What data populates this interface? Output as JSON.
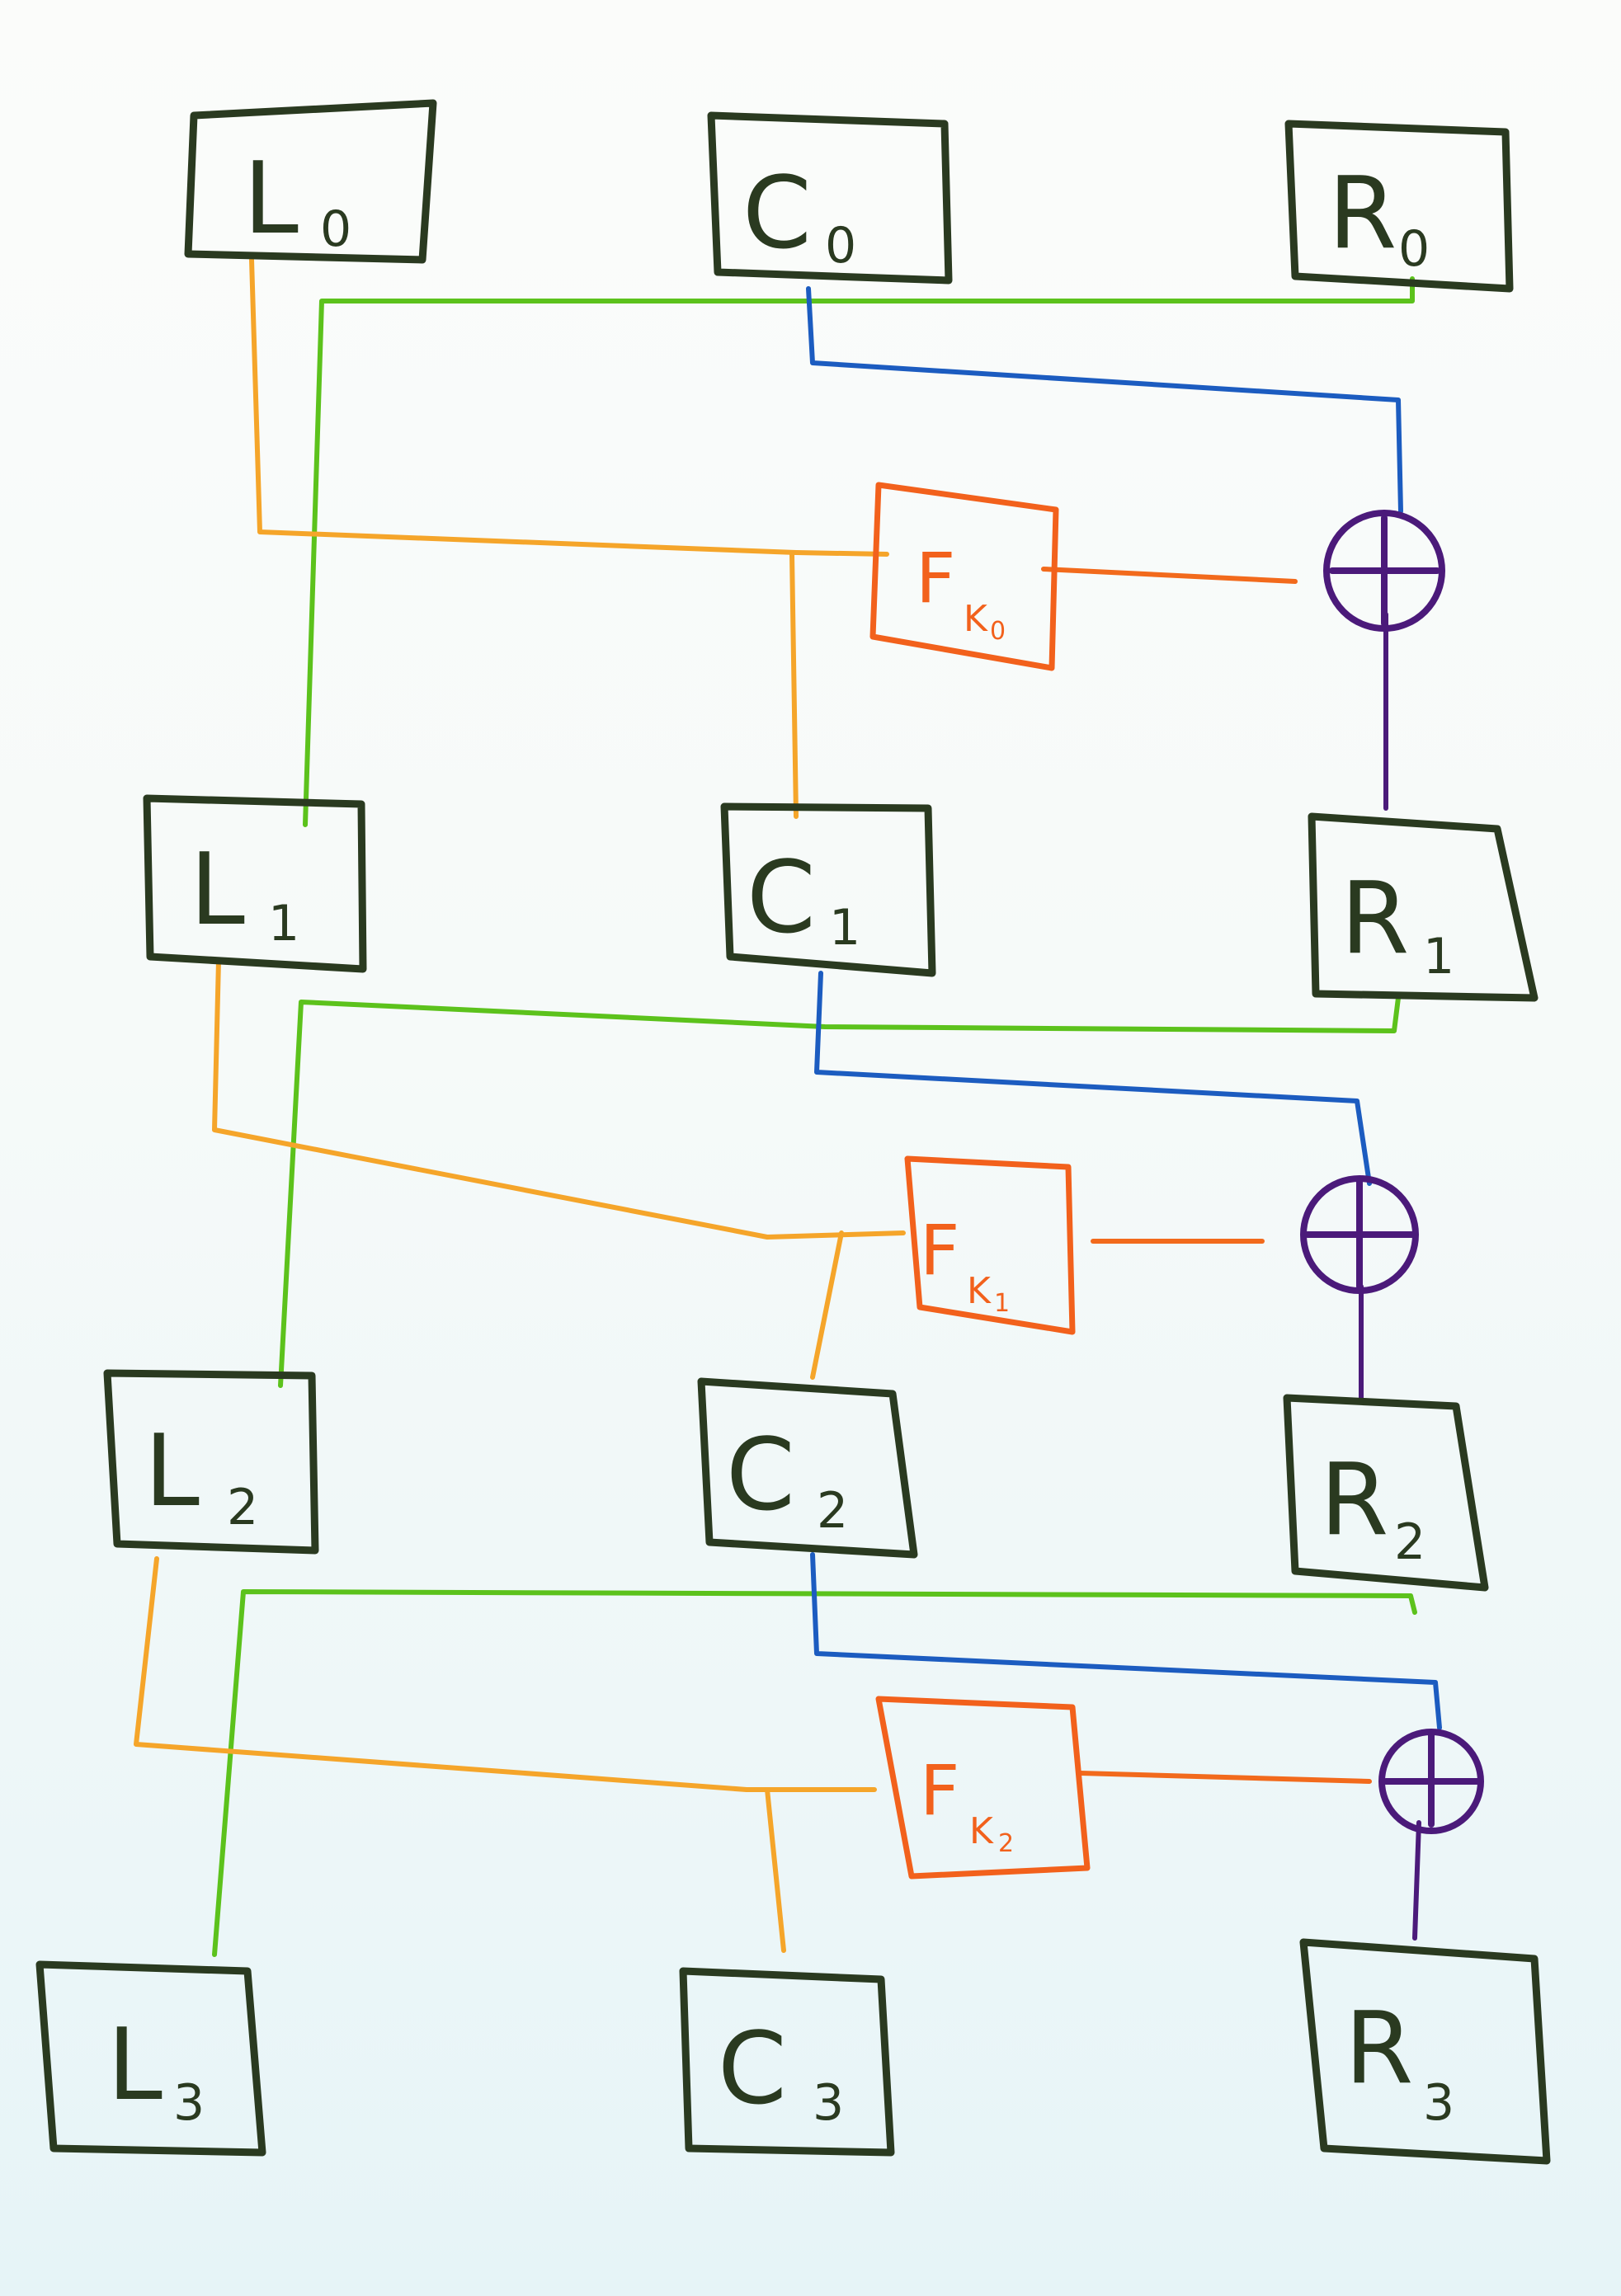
{
  "colors": {
    "box_stroke": "#2a3a20",
    "f_stroke": "#f2611c",
    "xor_stroke": "#4b1a7a",
    "green": "#5cc21c",
    "orange": "#f5a52a",
    "orange_dark": "#f26a1c",
    "blue": "#1c5cc0",
    "purple": "#4b1a7a"
  },
  "blocks": [
    {
      "name": "L0",
      "letter": "L",
      "sub": "0"
    },
    {
      "name": "C0",
      "letter": "C",
      "sub": "0"
    },
    {
      "name": "R0",
      "letter": "R",
      "sub": "0"
    },
    {
      "name": "L1",
      "letter": "L",
      "sub": "1"
    },
    {
      "name": "C1",
      "letter": "C",
      "sub": "1"
    },
    {
      "name": "R1",
      "letter": "R",
      "sub": "1"
    },
    {
      "name": "L2",
      "letter": "L",
      "sub": "2"
    },
    {
      "name": "C2",
      "letter": "C",
      "sub": "2"
    },
    {
      "name": "R2",
      "letter": "R",
      "sub": "2"
    },
    {
      "name": "L3",
      "letter": "L",
      "sub": "3"
    },
    {
      "name": "C3",
      "letter": "C",
      "sub": "3"
    },
    {
      "name": "R3",
      "letter": "R",
      "sub": "3"
    }
  ],
  "functions": [
    {
      "name": "F-K0",
      "letter": "F",
      "sub": "K",
      "subsub": "0"
    },
    {
      "name": "F-K1",
      "letter": "F",
      "sub": "K",
      "subsub": "1"
    },
    {
      "name": "F-K2",
      "letter": "F",
      "sub": "K",
      "subsub": "2"
    }
  ],
  "xor_symbol": "⊕"
}
